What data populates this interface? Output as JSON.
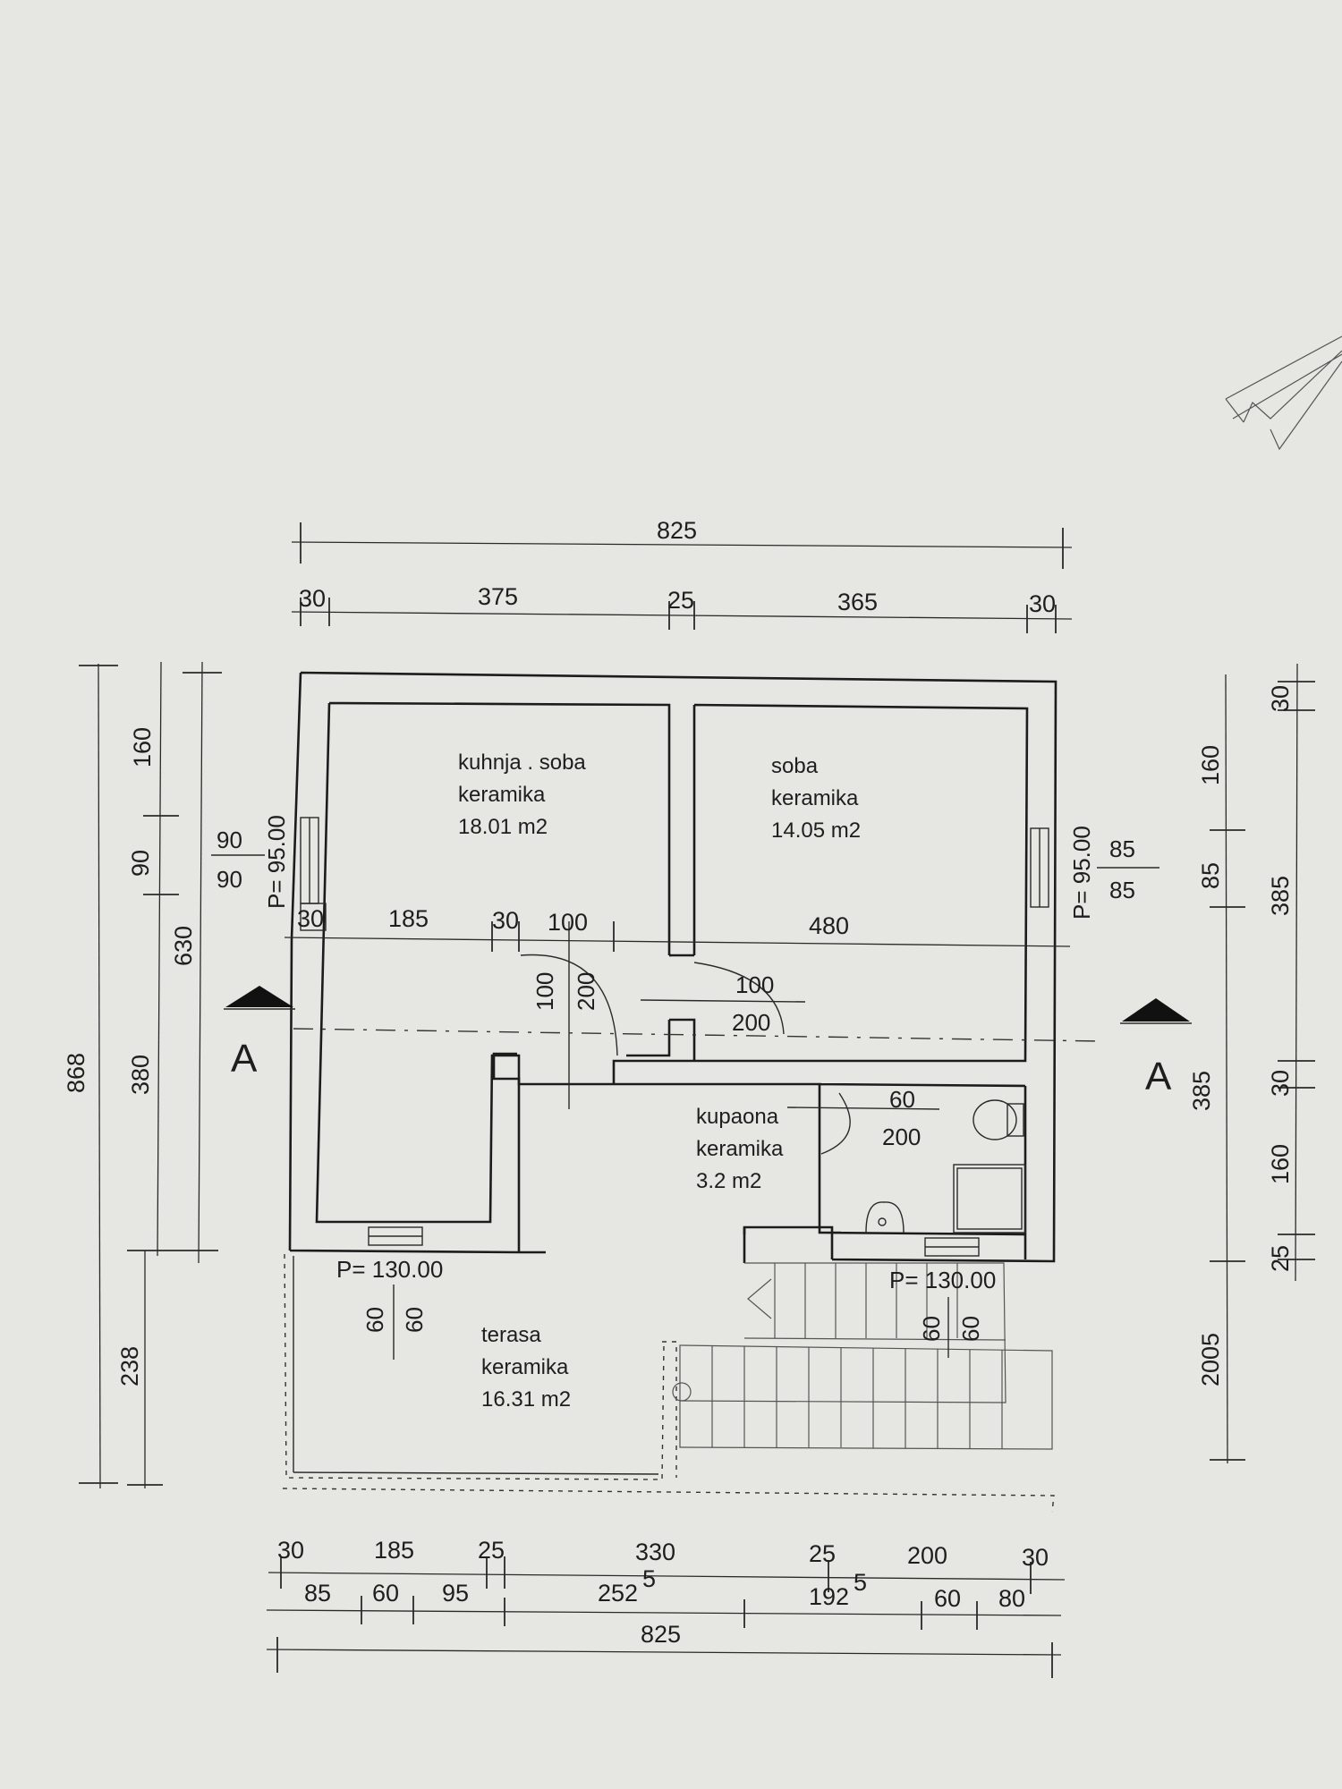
{
  "page": {
    "background": "#e6e7e2",
    "line_color": "#1c1c1c"
  },
  "rooms": [
    {
      "id": "kuhinja",
      "name": "kuhnja . soba",
      "material": "keramika",
      "area": "18.01 m2"
    },
    {
      "id": "soba",
      "name": "soba",
      "material": "keramika",
      "area": "14.05 m2"
    },
    {
      "id": "kupaona",
      "name": "kupaona",
      "material": "keramika",
      "area": "3.2 m2"
    },
    {
      "id": "terasa",
      "name": "terasa",
      "material": "keramika",
      "area": "16.31 m2"
    }
  ],
  "section_marks": {
    "left": "A",
    "right": "A"
  },
  "windows": {
    "left_sill": "P= 95.00",
    "left_w": "90",
    "left_h": "90",
    "right_sill": "P= 95.00",
    "right_w": "85",
    "right_h": "85",
    "bottom_left_sill": "P= 130.00",
    "bottom_left_w": "60",
    "bottom_left_h": "60",
    "bottom_right_sill": "P= 130.00",
    "bottom_right_w": "60",
    "bottom_right_h": "60"
  },
  "doors": {
    "kitchen_w": "100",
    "kitchen_h": "200",
    "room_w": "100",
    "room_h": "200",
    "bath_w": "60",
    "bath_h": "200"
  },
  "dimensions": {
    "top_total": "825",
    "top_segments": [
      "30",
      "375",
      "25",
      "365",
      "30"
    ],
    "inner_row": [
      "30",
      "185",
      "30",
      "100",
      "480"
    ],
    "left_total": "868",
    "left_mid": [
      "630",
      "238"
    ],
    "left_inner": [
      "160",
      "90",
      "380"
    ],
    "right_outer": [
      "30",
      "385",
      "30",
      "160",
      "25"
    ],
    "right_inner": [
      "160",
      "85",
      "385",
      "2005"
    ],
    "bottom_row1": [
      "30",
      "185",
      "25",
      "330",
      "25",
      "200",
      "30"
    ],
    "bottom_row2": [
      "85",
      "60",
      "95",
      "252",
      "192",
      "60",
      "80"
    ],
    "bottom_row2_sup": [
      "5",
      "5"
    ],
    "bottom_total": "825"
  }
}
